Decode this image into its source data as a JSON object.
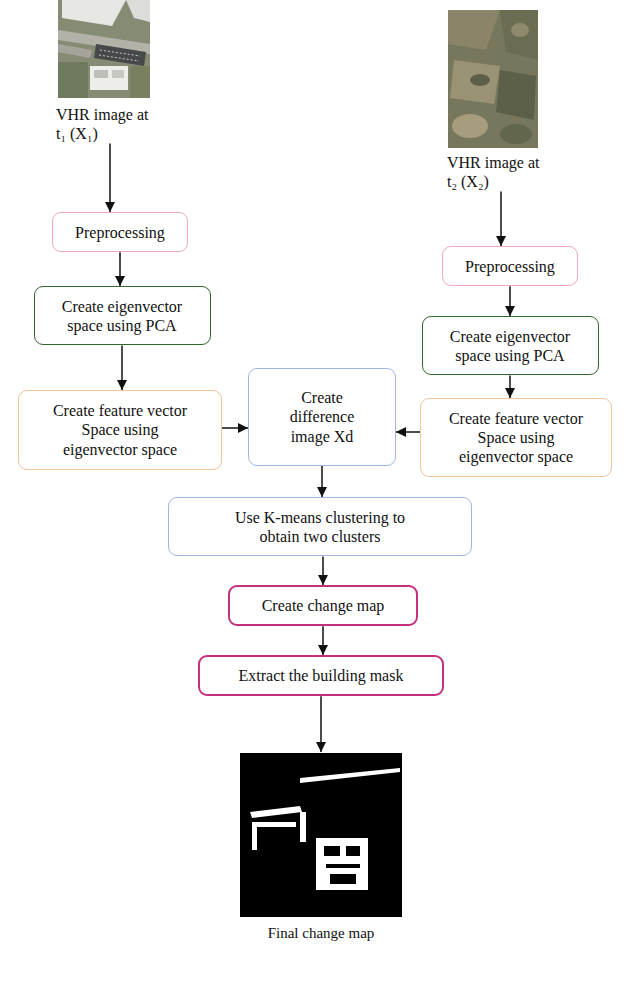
{
  "diagram": {
    "nodes": [
      {
        "text": [
          "VHR image at t₁ (X₁)"
        ]
      },
      {
        "text": [
          "VHR image at t₂ (X₂)"
        ]
      },
      {
        "text": [
          "Preprocessing"
        ]
      },
      {
        "text": [
          "Preprocessing"
        ]
      },
      {
        "text": [
          "Create eigenvector space using PCA"
        ]
      },
      {
        "text": [
          "Create eigenvector space using PCA"
        ]
      },
      {
        "text": [
          "Create feature vector Space using eigenvector space"
        ]
      },
      {
        "text": [
          "Create difference image Xd"
        ]
      },
      {
        "text": [
          "Create feature vector Space using eigenvector space"
        ]
      },
      {
        "text": [
          "Use K-means clustering to obtain two clusters"
        ]
      },
      {
        "text": [
          "Create change map"
        ]
      },
      {
        "text": [
          "Extract the building mask"
        ]
      },
      {
        "text": [
          "Final change map"
        ]
      }
    ],
    "edges": [
      {
        "from": 0,
        "to": 2,
        "arrow": "to"
      },
      {
        "from": 1,
        "to": 3,
        "arrow": "to"
      },
      {
        "from": 2,
        "to": 4,
        "arrow": "to"
      },
      {
        "from": 3,
        "to": 5,
        "arrow": "to"
      },
      {
        "from": 4,
        "to": 6,
        "arrow": "to"
      },
      {
        "from": 5,
        "to": 8,
        "arrow": "to"
      },
      {
        "from": 6,
        "to": 7,
        "arrow": "to"
      },
      {
        "from": 8,
        "to": 7,
        "arrow": "to"
      },
      {
        "from": 7,
        "to": 9,
        "arrow": "to"
      },
      {
        "from": 9,
        "to": 10,
        "arrow": "to"
      },
      {
        "from": 10,
        "to": 11,
        "arrow": "to"
      },
      {
        "from": 11,
        "to": 12,
        "arrow": "to"
      }
    ]
  }
}
